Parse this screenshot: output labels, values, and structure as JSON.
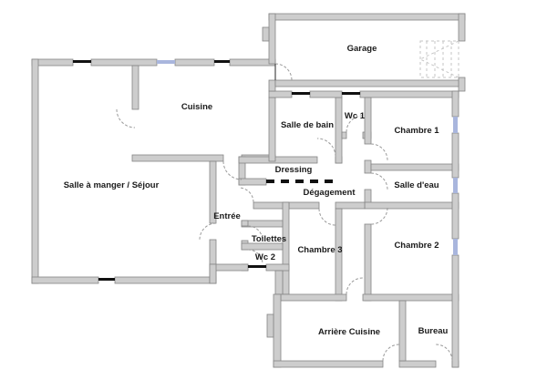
{
  "colors": {
    "wall_fill": "#cdcdcd",
    "wall_stroke": "#858585",
    "window_black": "#111111",
    "window_blue": "#a9b6dd",
    "door_arc": "#9a9a9a",
    "door_leaf": "#4a4a4a",
    "dashed_opening": "#111111",
    "stairs": "#c6c6c6",
    "label_text": "#1a1a1a"
  },
  "rooms": {
    "garage": "Garage",
    "cuisine": "Cuisine",
    "sejour": "Salle à manger / Séjour",
    "salle_de_bain": "Salle de bain",
    "wc1": "Wc 1",
    "chambre1": "Chambre 1",
    "dressing": "Dressing",
    "degagement": "Dégagement",
    "salle_deau": "Salle d'eau",
    "entree": "Entrée",
    "toilettes": "Toilettes",
    "wc2": "Wc 2",
    "chambre3": "Chambre 3",
    "chambre2": "Chambre 2",
    "arriere_cuisine": "Arrière Cuisine",
    "bureau": "Bureau"
  }
}
